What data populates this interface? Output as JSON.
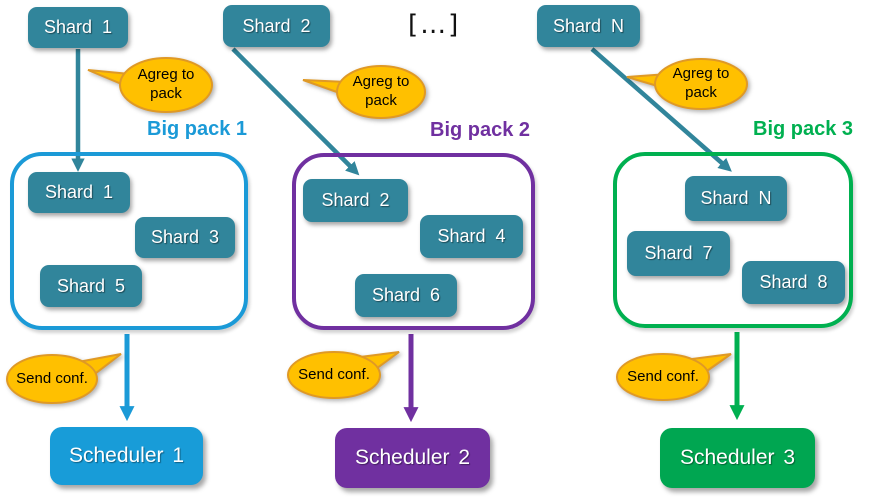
{
  "ellipsis": "[…]",
  "colors": {
    "shard_fill": "#31859b",
    "bubble_fill": "#ffc000",
    "bubble_border": "#df9926",
    "teal_arrow": "#31859b",
    "pack1_accent": "#1b9ad7",
    "pack2_accent": "#7030a0",
    "pack3_accent": "#00b050",
    "scheduler1_fill": "#189cd8",
    "scheduler2_fill": "#7030a0",
    "scheduler3_fill": "#00a651"
  },
  "columns": [
    {
      "source_shard": "Shard 1",
      "agreg_label": "Agreg to pack",
      "pack_label": "Big pack 1",
      "shards": [
        "Shard 1",
        "Shard 3",
        "Shard 5"
      ],
      "send_label": "Send conf.",
      "scheduler_label": "Scheduler 1",
      "accent_color": "#1b9ad7"
    },
    {
      "source_shard": "Shard 2",
      "agreg_label": "Agreg to pack",
      "pack_label": "Big pack 2",
      "shards": [
        "Shard 2",
        "Shard 4",
        "Shard 6"
      ],
      "send_label": "Send conf.",
      "scheduler_label": "Scheduler 2",
      "accent_color": "#7030a0"
    },
    {
      "source_shard": "Shard N",
      "agreg_label": "Agreg to pack",
      "pack_label": "Big pack 3",
      "shards": [
        "Shard N",
        "Shard 7",
        "Shard 8"
      ],
      "send_label": "Send conf.",
      "scheduler_label": "Scheduler 3",
      "accent_color": "#00b050"
    }
  ]
}
